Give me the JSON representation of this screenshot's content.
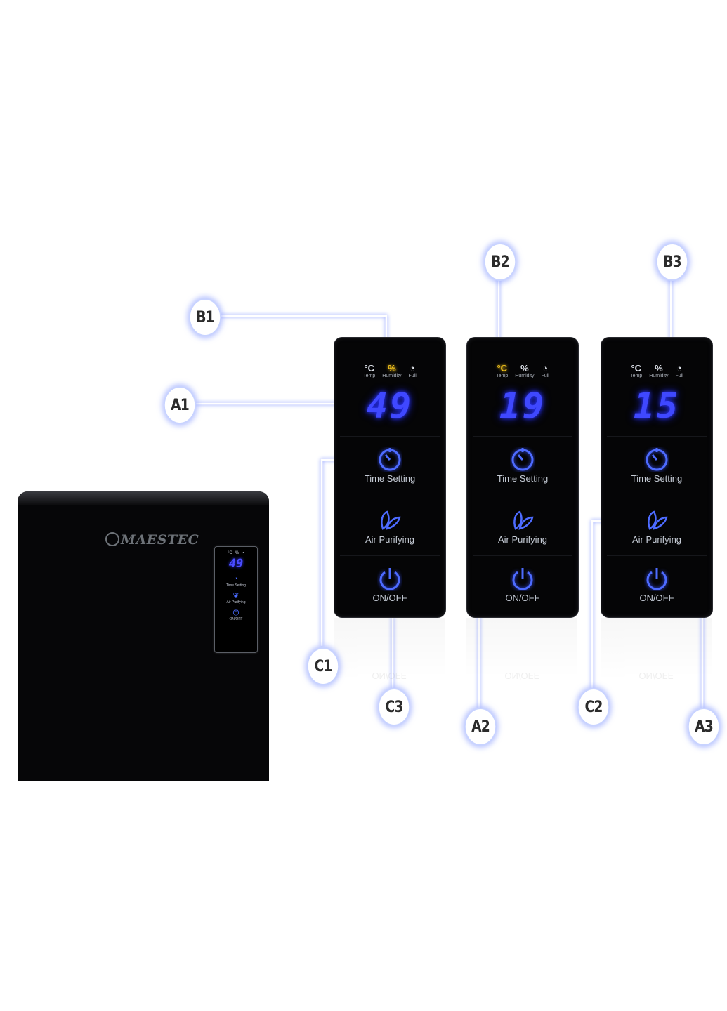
{
  "brand": "MAESTEC",
  "indicator_labels": {
    "temp": "Temp",
    "humidity": "Humidity",
    "full": "Full"
  },
  "buttons": {
    "time": "Time Setting",
    "air": "Air Purifying",
    "power": "ON/OFF"
  },
  "panels": [
    {
      "display": "49",
      "active_indicator": "humidity"
    },
    {
      "display": "19",
      "active_indicator": "temp"
    },
    {
      "display": "15",
      "active_indicator": "none"
    }
  ],
  "mini_display": "49",
  "callouts": {
    "a1": "A1",
    "a2": "A2",
    "a3": "A3",
    "b1": "B1",
    "b2": "B2",
    "b3": "B3",
    "c1": "C1",
    "c2": "C2",
    "c3": "C3"
  },
  "colors": {
    "digit_blue": "#3f48ff",
    "indicator_yellow": "#f2c21c",
    "callout_glow": "#8296ff"
  }
}
